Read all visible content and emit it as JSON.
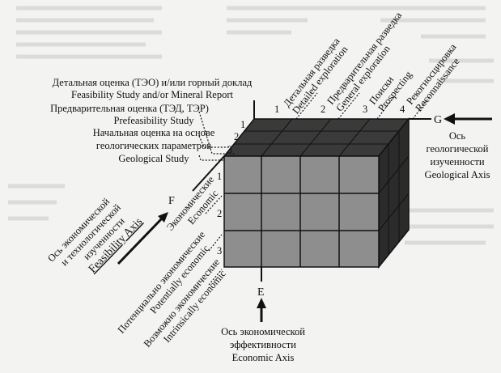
{
  "title": "UNFC resource classification cube",
  "left_labels": {
    "detailed_ru": "Детальная оценка (ТЭО) и/или горный доклад",
    "detailed_en": "Feasibility Study and/or Mineral Report",
    "prefeas_ru": "Предварительная оценка (ТЭД, ТЭР)",
    "prefeas_en": "Prefeasibility Study",
    "geo_ru_1": "Начальная оценка на основе",
    "geo_ru_2": "геологических параметров",
    "geo_en": "Geological Study"
  },
  "f_levels": [
    "1",
    "2",
    "3"
  ],
  "g_levels": [
    "1",
    "2",
    "3",
    "4"
  ],
  "e_levels": [
    "1",
    "2",
    "3"
  ],
  "top_labels": [
    {
      "ru": "Детальная разведка",
      "en": "Detailed exploration"
    },
    {
      "ru": "Предварительная разведка",
      "en": "General exploration"
    },
    {
      "ru": "Поиски",
      "en": "Prospecting"
    },
    {
      "ru": "Рекогносцировка",
      "en": "Reconnaissance"
    }
  ],
  "g_axis": {
    "letter": "G",
    "ru_1": "Ось",
    "ru_2": "геологической",
    "ru_3": "изученности",
    "en": "Geological Axis"
  },
  "f_axis": {
    "letter": "F",
    "ru_1": "Ось экономической",
    "ru_2": "и технологической",
    "ru_3": "изученности",
    "en": "Feasibility Axis"
  },
  "e_axis": {
    "letter": "E",
    "ru_1": "Ось экономической",
    "ru_2": "эффективности",
    "en": "Economic Axis"
  },
  "economic_labels": [
    {
      "ru": "Экономические",
      "en": "Economic"
    },
    {
      "ru": "Потенциально экономические",
      "en": "Potentially economic"
    },
    {
      "ru": "Возможно экономические",
      "en": "Intrinsically economic"
    }
  ]
}
